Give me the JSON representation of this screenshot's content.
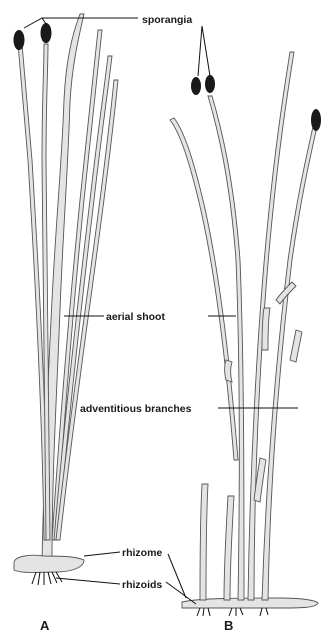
{
  "labels": {
    "sporangia": "sporangia",
    "aerial_shoot": "aerial shoot",
    "adventitious_branches": "adventitious branches",
    "rhizome": "rhizome",
    "rhizoids": "rhizoids"
  },
  "panels": {
    "a": "A",
    "b": "B"
  },
  "colors": {
    "sporangium": "#1a1a1a",
    "plant_fill": "#e4e4e4",
    "outline": "#444444"
  }
}
